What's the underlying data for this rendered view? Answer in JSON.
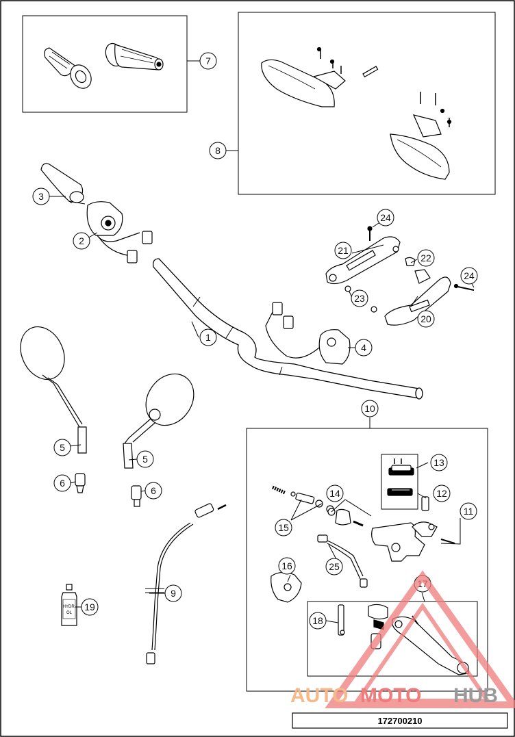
{
  "callouts": [
    {
      "id": "c1",
      "label": "1"
    },
    {
      "id": "c2",
      "label": "2"
    },
    {
      "id": "c3",
      "label": "3"
    },
    {
      "id": "c4",
      "label": "4"
    },
    {
      "id": "c5a",
      "label": "5"
    },
    {
      "id": "c5b",
      "label": "5"
    },
    {
      "id": "c6a",
      "label": "6"
    },
    {
      "id": "c6b",
      "label": "6"
    },
    {
      "id": "c7",
      "label": "7"
    },
    {
      "id": "c8",
      "label": "8"
    },
    {
      "id": "c9",
      "label": "9"
    },
    {
      "id": "c10",
      "label": "10"
    },
    {
      "id": "c11",
      "label": "11"
    },
    {
      "id": "c12",
      "label": "12"
    },
    {
      "id": "c13",
      "label": "13"
    },
    {
      "id": "c14",
      "label": "14"
    },
    {
      "id": "c15",
      "label": "15"
    },
    {
      "id": "c16",
      "label": "16"
    },
    {
      "id": "c17",
      "label": "17"
    },
    {
      "id": "c18",
      "label": "18"
    },
    {
      "id": "c19",
      "label": "19"
    },
    {
      "id": "c20",
      "label": "20"
    },
    {
      "id": "c21",
      "label": "21"
    },
    {
      "id": "c22",
      "label": "22"
    },
    {
      "id": "c23",
      "label": "23"
    },
    {
      "id": "c24a",
      "label": "24"
    },
    {
      "id": "c24b",
      "label": "24"
    },
    {
      "id": "c25",
      "label": "25"
    }
  ],
  "bottle_label": {
    "line1": "HYDR.",
    "line2": "ÖL"
  },
  "watermark": {
    "part1": "AUTO",
    "part2": "MOTO",
    "part3": "HUB"
  },
  "drawing_number": "172700210",
  "colors": {
    "line": "#000000",
    "watermark_orange": "#f5b98a",
    "watermark_red": "#ef7b7b",
    "watermark_gray": "#9a9a9a"
  }
}
